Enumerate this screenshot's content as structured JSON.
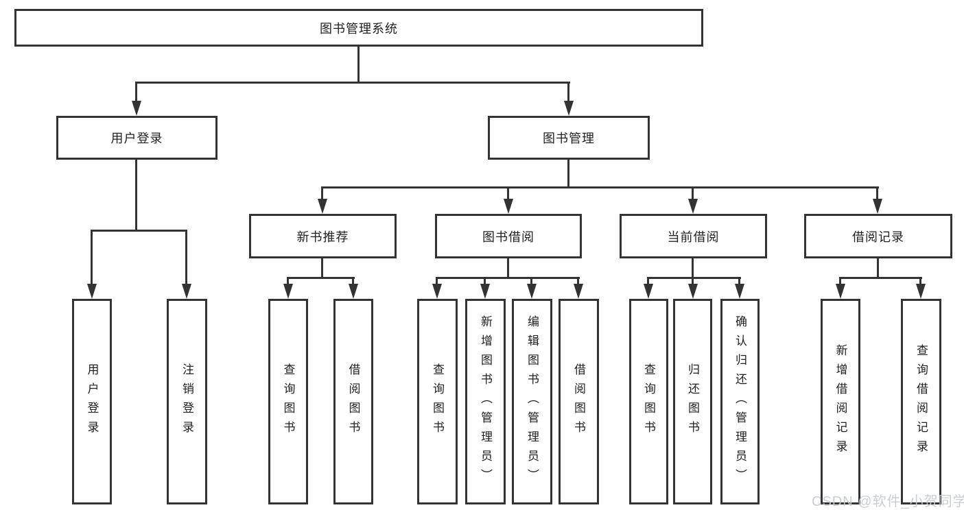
{
  "tree": {
    "root": "图书管理系统",
    "children": [
      {
        "label": "用户登录",
        "children": [
          "用户登录",
          "注销登录"
        ]
      },
      {
        "label": "图书管理",
        "children": [
          {
            "label": "新书推荐",
            "children": [
              "查询图书",
              "借阅图书"
            ]
          },
          {
            "label": "图书借阅",
            "children": [
              "查询图书",
              "新增图书（管理员）",
              "编辑图书（管理员）",
              "借阅图书"
            ]
          },
          {
            "label": "当前借阅",
            "children": [
              "查询图书",
              "归还图书",
              "确认归还（管理员）"
            ]
          },
          {
            "label": "借阅记录",
            "children": [
              "新增借阅记录",
              "查询借阅记录"
            ]
          }
        ]
      }
    ]
  },
  "watermark": {
    "text": "CSDN @软件_小贺同学"
  },
  "colors": {
    "background": "#ffffff",
    "box_fill": "#ffffff",
    "box_border": "#333333",
    "line": "#333333",
    "text": "#1f1f1f",
    "watermark": "#c6cbd2"
  }
}
